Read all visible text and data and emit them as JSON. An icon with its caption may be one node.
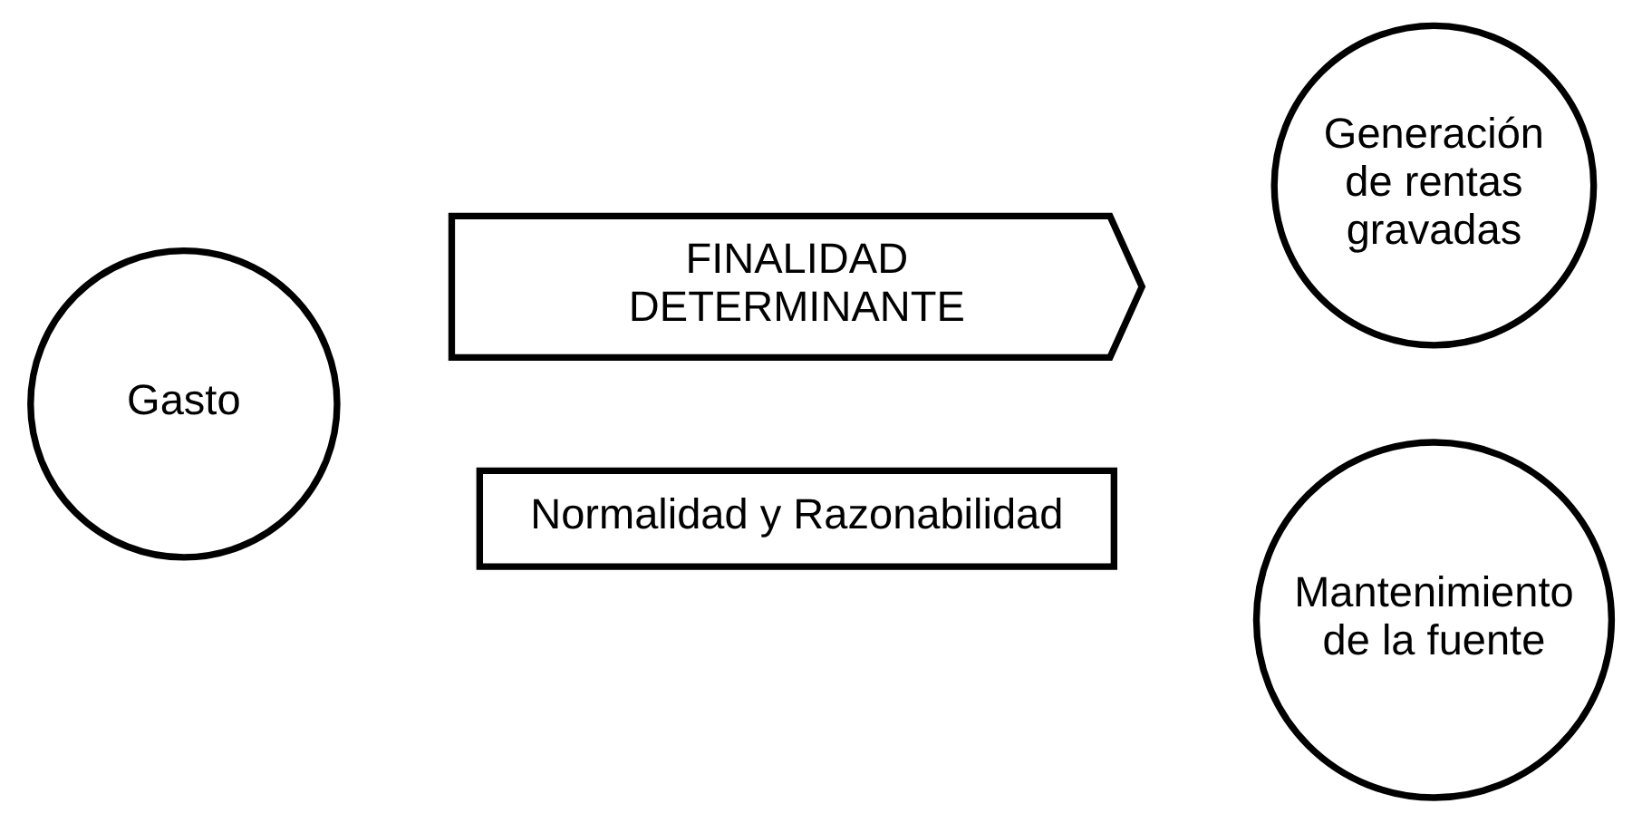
{
  "diagram": {
    "nodes": [
      {
        "text": [
          "Gasto"
        ]
      },
      {
        "text": [
          "FINALIDAD DETERMINANTE"
        ]
      },
      {
        "text": [
          "Generación de rentas gravadas"
        ]
      },
      {
        "text": [
          "Normalidad y Razonabilidad"
        ]
      },
      {
        "text": [
          "Mantenimiento de la fuente"
        ]
      }
    ],
    "edges": []
  }
}
